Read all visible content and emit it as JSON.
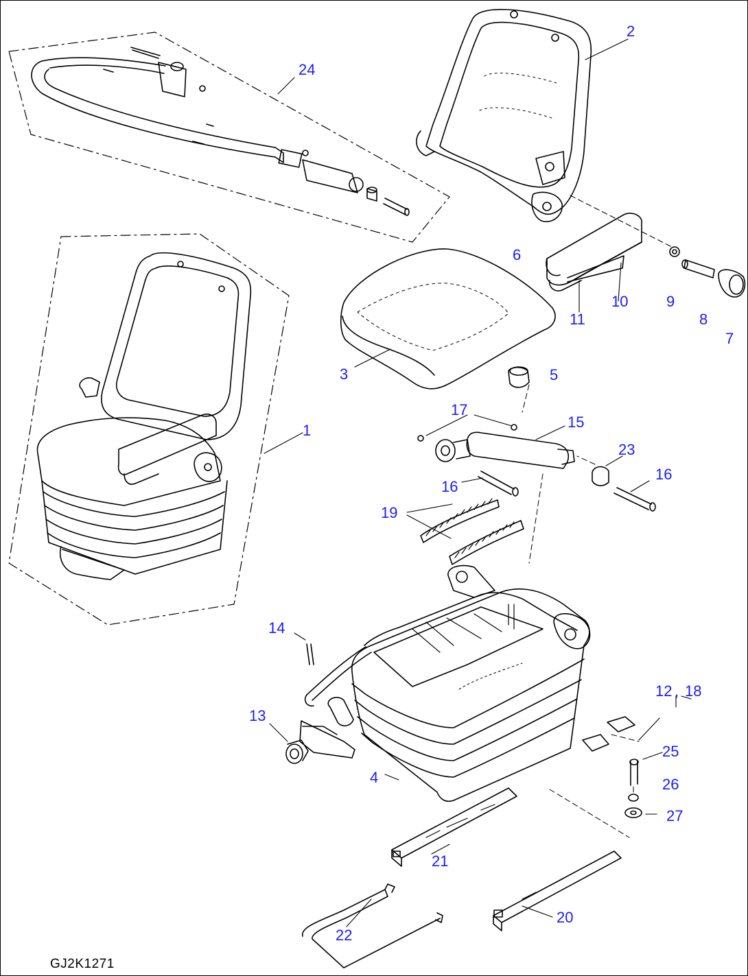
{
  "figure_code": "GJ2K1271",
  "callout_color": "#1a1aff",
  "line_color": "#000000",
  "callouts": {
    "c1": "1",
    "c2": "2",
    "c3": "3",
    "c4": "4",
    "c5": "5",
    "c6": "6",
    "c7": "7",
    "c8": "8",
    "c9": "9",
    "c10": "10",
    "c11": "11",
    "c12": "12",
    "c12b": "18",
    "c13": "13",
    "c14": "14",
    "c15": "15",
    "c16a": "16",
    "c16b": "16",
    "c17": "17",
    "c19": "19",
    "c20": "20",
    "c21": "21",
    "c22": "22",
    "c23": "23",
    "c24": "24",
    "c25": "25",
    "c26": "26",
    "c27": "27"
  }
}
